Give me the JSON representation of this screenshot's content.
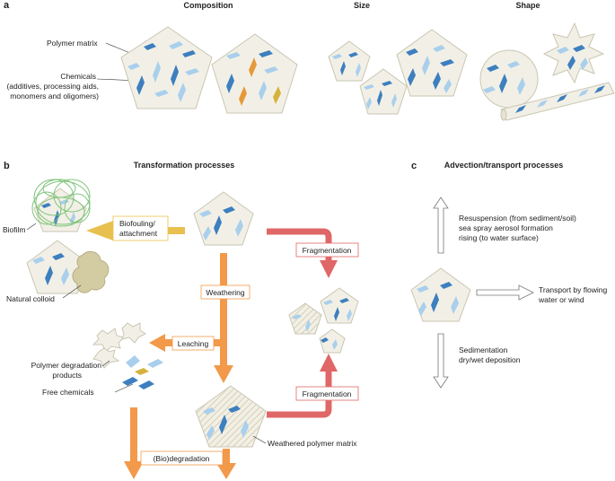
{
  "panel_a": {
    "letter": "a",
    "titles": {
      "composition": "Composition",
      "size": "Size",
      "shape": "Shape"
    },
    "labels": {
      "polymer_matrix": "Polymer matrix",
      "chemicals": [
        "Chemicals",
        "(additives, processing aids,",
        "monomers and oligomers)"
      ]
    }
  },
  "panel_b": {
    "letter": "b",
    "title": "Transformation processes",
    "labels": {
      "biofouling": [
        "Biofouling/",
        "attachment"
      ],
      "biofilm": "Biofilm",
      "natural_colloid": "Natural colloid",
      "weathering": "Weathering",
      "fragmentation_top": "Fragmentation",
      "fragmentation_bottom": "Fragmentation",
      "leaching": "Leaching",
      "polymer_degradation": [
        "Polymer degradation",
        "products"
      ],
      "free_chemicals": "Free chemicals",
      "weathered_matrix": "Weathered polymer matrix",
      "biodegradation": "(Bio)degradation"
    }
  },
  "panel_c": {
    "letter": "c",
    "title": "Advection/transport processes",
    "labels": {
      "resuspension": [
        "Resuspension (from sediment/soil)",
        "sea spray aerosol formation",
        "rising (to water surface)"
      ],
      "transport": [
        "Transport by flowing",
        "water or wind"
      ],
      "sedimentation": [
        "Sedimentation",
        "dry/wet deposition"
      ]
    }
  },
  "colors": {
    "matrix_fill": "#f2f0e6",
    "matrix_stroke": "#c9c6b3",
    "chemical_dark": "#3d7fbf",
    "chemical_light": "#a9cfec",
    "chemical_orange": "#e59a3a",
    "chemical_yellow": "#d6b23c",
    "arrow_orange": "#f2994a",
    "arrow_yellow": "#e8c04f",
    "arrow_red": "#e06767",
    "biofilm_green": "#7fc47a",
    "colloid": "#d3cba2"
  }
}
